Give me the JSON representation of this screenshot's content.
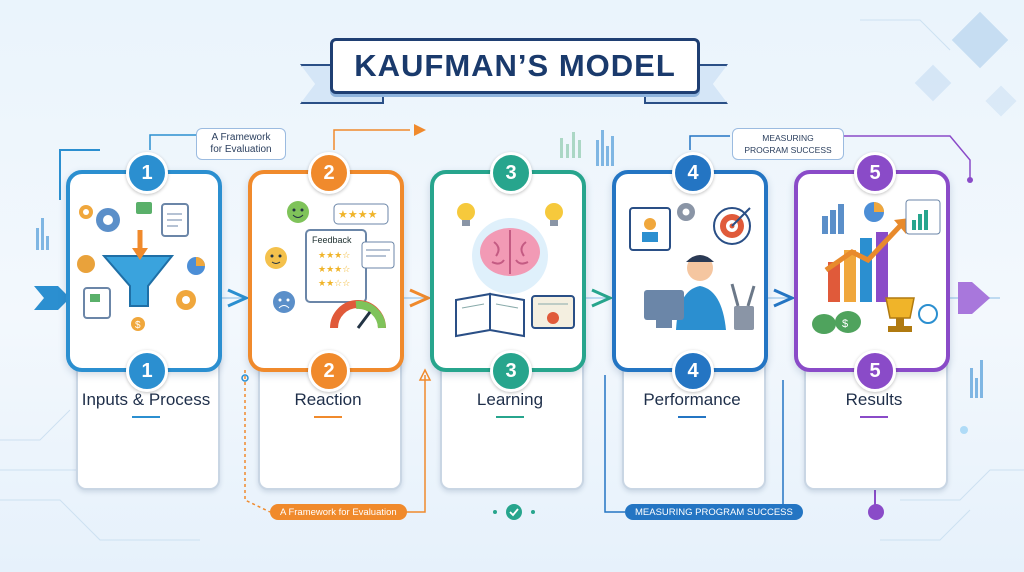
{
  "title": "KAUFMAN’S MODEL",
  "tags": {
    "top_left": "A Framework for Evaluation",
    "top_right": "MEASURING PROGRAM SUCCESS",
    "bottom_left": "A Framework for Evaluation",
    "bottom_right": "MEASURING PROGRAM SUCCESS"
  },
  "stages": [
    {
      "number": "1",
      "label": "Inputs & Process",
      "color": "#2b8fd0"
    },
    {
      "number": "2",
      "label": "Reaction",
      "color": "#f08a2c"
    },
    {
      "number": "3",
      "label": "Learning",
      "color": "#27a58d"
    },
    {
      "number": "4",
      "label": "Performance",
      "color": "#2475c3"
    },
    {
      "number": "5",
      "label": "Results",
      "color": "#8a4bc8"
    }
  ],
  "feedback_label": "Feedback",
  "icons": [
    "gear-icon",
    "funnel-icon",
    "document-icon",
    "dollar-icon",
    "smiley-icon",
    "neutral-face-icon",
    "sad-face-icon",
    "rating-stars-icon",
    "gauge-icon",
    "lightbulb-icon",
    "brain-icon",
    "book-icon",
    "certificate-icon",
    "target-icon",
    "person-at-computer-icon",
    "tools-icon",
    "bar-chart-icon",
    "trophy-icon",
    "money-bag-icon",
    "pie-chart-icon"
  ]
}
